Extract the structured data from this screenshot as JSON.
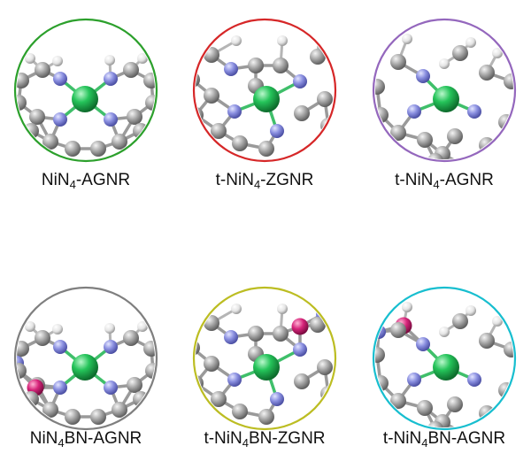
{
  "structures": [
    {
      "prefix": "NiN",
      "sub": "4",
      "suffix": "-AGNR",
      "color": "#2ca02c",
      "variant": "agnr",
      "dopant": "none"
    },
    {
      "prefix": "t-NiN",
      "sub": "4",
      "suffix": "-ZGNR",
      "color": "#d62728",
      "variant": "zgnr",
      "dopant": "none"
    },
    {
      "prefix": "t-NiN",
      "sub": "4",
      "suffix": "-AGNR",
      "color": "#9467bd",
      "variant": "tagnr",
      "dopant": "none"
    },
    {
      "prefix": "NiN",
      "sub": "4",
      "suffix": "BN-AGNR",
      "color": "#7f7f7f",
      "variant": "agnr",
      "dopant": "bn-left"
    },
    {
      "prefix": "t-NiN",
      "sub": "4",
      "suffix": "BN-ZGNR",
      "color": "#bcbd22",
      "variant": "zgnr",
      "dopant": "bn-top"
    },
    {
      "prefix": "t-NiN",
      "sub": "4",
      "suffix": "BN-AGNR",
      "color": "#17becf",
      "variant": "tagnr",
      "dopant": "bn-edge"
    }
  ],
  "atom_colors": {
    "nickel": "#22c55e",
    "nitrogen": "#8a8fe0",
    "carbon": "#a9a9a9",
    "hydrogen": "#ececec",
    "boron": "#d6247a"
  }
}
